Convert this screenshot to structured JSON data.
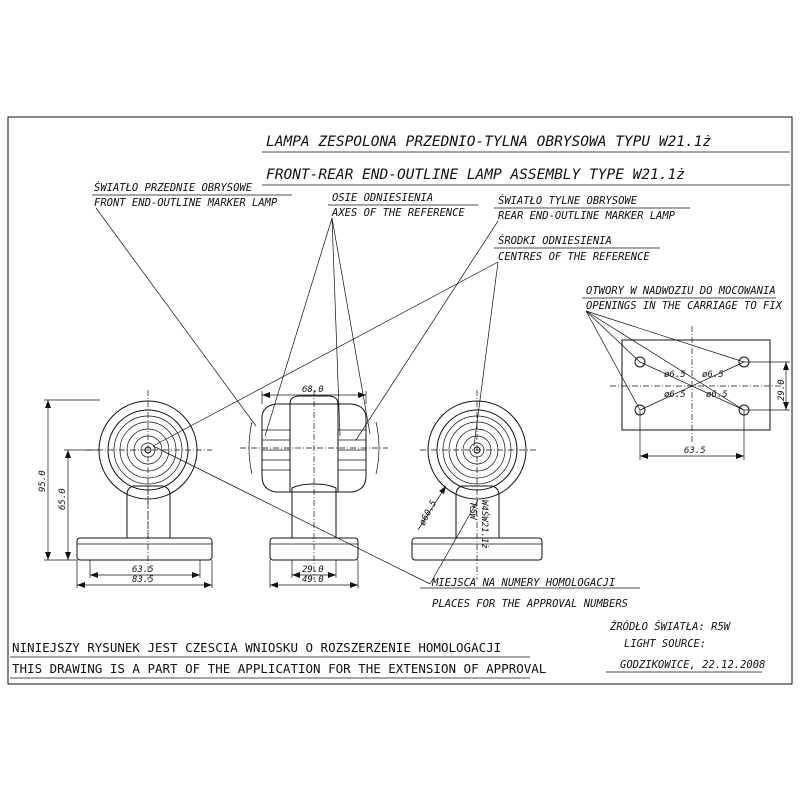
{
  "title": {
    "pl": "LAMPA  ZESPOLONA  PRZEDNIO-TYLNA OBRYSOWA TYPU W21.1ż",
    "en": "FRONT-REAR END-OUTLINE LAMP ASSEMBLY TYPE W21.1ż"
  },
  "labels": {
    "front_marker_pl": "ŚWIATŁO PRZEDNIE OBRYSOWE",
    "front_marker_en": "FRONT END-OUTLINE MARKER LAMP",
    "axes_pl": "OSIE ODNIESIENIA",
    "axes_en": "AXES OF THE REFERENCE",
    "rear_marker_pl": "ŚWIATŁO TYLNE OBRYSOWE",
    "rear_marker_en": "REAR END-OUTLINE MARKER LAMP",
    "centres_pl": "ŚRODKI ODNIESIENIA",
    "centres_en": "CENTRES OF THE REFERENCE",
    "openings_pl": "OTWORY W NADWOZIU DO MOCOWANIA",
    "openings_en": "OPENINGS IN THE CARRIAGE TO FIX",
    "approval_pl": "MIEJSCA NA NUMERY HOMOLOGACJI",
    "approval_en": "PLACES FOR THE APPROVAL NUMBERS"
  },
  "dimensions": {
    "width_top": "68.0",
    "height_total": "95.0",
    "height_center": "65.0",
    "base_inner": "63.5",
    "base_outer": "83.5",
    "stem_inner": "29.0",
    "stem_outer": "49.0",
    "lens_diameter": "ø60.5",
    "lamp_code": "W4ŚW21.1ż",
    "bulb": "R5W",
    "hole_1": "ø6.5",
    "hole_2": "ø6.5",
    "hole_3": "ø6.5",
    "hole_4": "ø6.5",
    "hole_spacing_v": "29.0",
    "hole_spacing_h": "63.5"
  },
  "source": {
    "pl": "ŹRÓDŁO ŚWIATŁA: R5W",
    "en": "LIGHT SOURCE:",
    "place_date": "GODZIKOWICE, 22.12.2008"
  },
  "note": {
    "pl": "NINIEJSZY RYSUNEK JEST CZESCIA WNIOSKU O ROZSZERZENIE HOMOLOGACJI",
    "en": "THIS DRAWING IS A PART OF THE APPLICATION FOR THE EXTENSION OF APPROVAL"
  }
}
